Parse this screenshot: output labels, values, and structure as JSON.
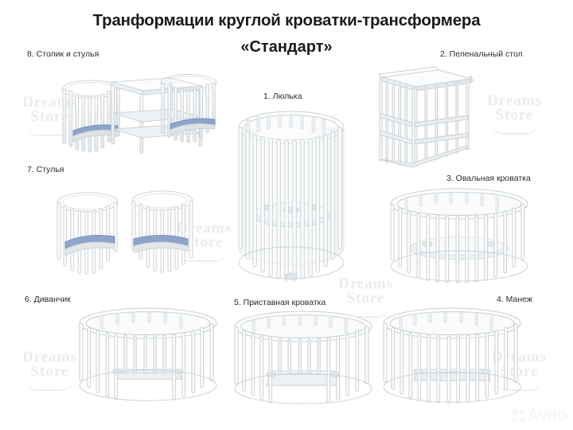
{
  "poster": {
    "title_line1": "Транформации круглой кроватки-трансформера",
    "title_line2": "«Стандарт»",
    "background_color": "#ffffff",
    "title_color": "#1b1b1b",
    "caption_color": "#2b2b2b",
    "furniture_color": "#f2f4f5",
    "furniture_outline": "#c9cfd3",
    "cushion_color": "#7b92c0",
    "watermark_color": "#e9eced"
  },
  "watermark": {
    "line1": "Dreams",
    "line2": "Store",
    "avito_label": "Avito"
  },
  "items": [
    {
      "id": 8,
      "caption": "8. Столик и стулья",
      "name": "table-and-chairs"
    },
    {
      "id": 2,
      "caption": "2. Пеленальный стол",
      "name": "changing-table"
    },
    {
      "id": 1,
      "caption": "1. Люлька",
      "name": "cradle"
    },
    {
      "id": 7,
      "caption": "7. Стулья",
      "name": "chairs"
    },
    {
      "id": 3,
      "caption": "3. Овальная кроватка",
      "name": "oval-crib"
    },
    {
      "id": 6,
      "caption": "6. Диванчик",
      "name": "sofa"
    },
    {
      "id": 5,
      "caption": "5. Приставная кроватка",
      "name": "side-crib"
    },
    {
      "id": 4,
      "caption": "4. Манеж",
      "name": "playpen"
    }
  ]
}
